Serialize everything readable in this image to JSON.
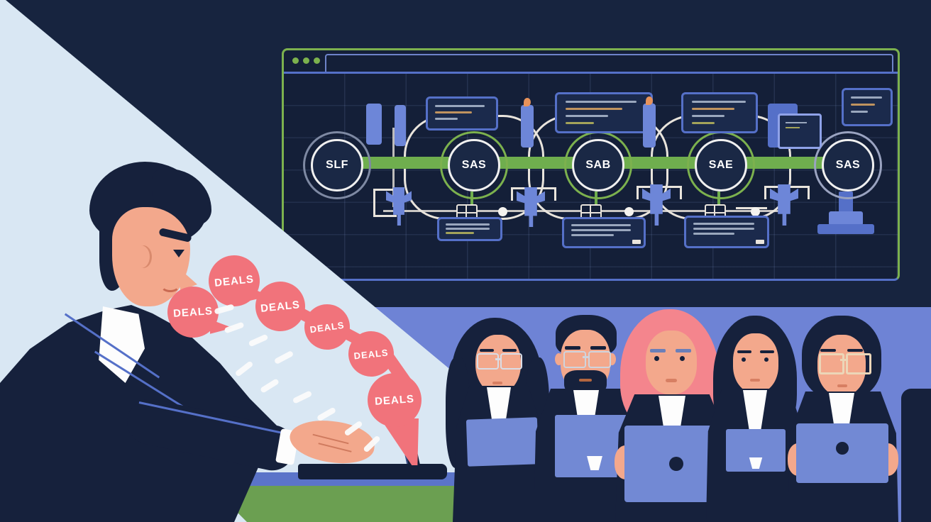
{
  "colors": {
    "navy": "#17243f",
    "window_fill": "#141f38",
    "periwinkle": "#6e83d5",
    "light_blue": "#d9e7f3",
    "green_desk": "#6b9f51",
    "accent_green": "#7cb14e",
    "timeline_green": "#6fae4e",
    "accent_blue": "#5570c8",
    "salmon": "#f1737b",
    "skin": "#f3a88c",
    "laptop_blue": "#7289d4",
    "connector": "#e9e4dc",
    "suit_navy": "#16213c"
  },
  "pipeline": {
    "nodes": [
      {
        "label": "SLF",
        "ring": "gray"
      },
      {
        "label": "SAS",
        "ring": "green"
      },
      {
        "label": "SAB",
        "ring": "green"
      },
      {
        "label": "SAE",
        "ring": "green"
      },
      {
        "label": "SAS",
        "ring": "gray"
      }
    ]
  },
  "bubbles": [
    "DEALS",
    "DEALS",
    "DEALS",
    "DEALS",
    "DEALS",
    "DEALS"
  ]
}
